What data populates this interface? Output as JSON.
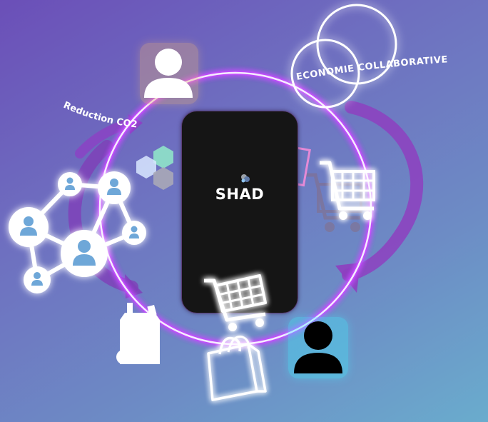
{
  "center_app": {
    "name": "SHAD"
  },
  "labels": {
    "co2": "Reduction CO2",
    "economy": "ECONOMIE COLLABORATIVE"
  },
  "icons": [
    "user-icon",
    "venn-circles-icon",
    "social-network-icon",
    "hexagon-cluster-icon",
    "shopping-cart-icon",
    "shopping-bag-icon",
    "grocery-bag-icon",
    "cycle-arrow-icon"
  ],
  "colors": {
    "ring": "#f4e6ff",
    "glow": "#c64bff",
    "cyan_glow": "#3ff0ff",
    "phone": "#151515"
  }
}
